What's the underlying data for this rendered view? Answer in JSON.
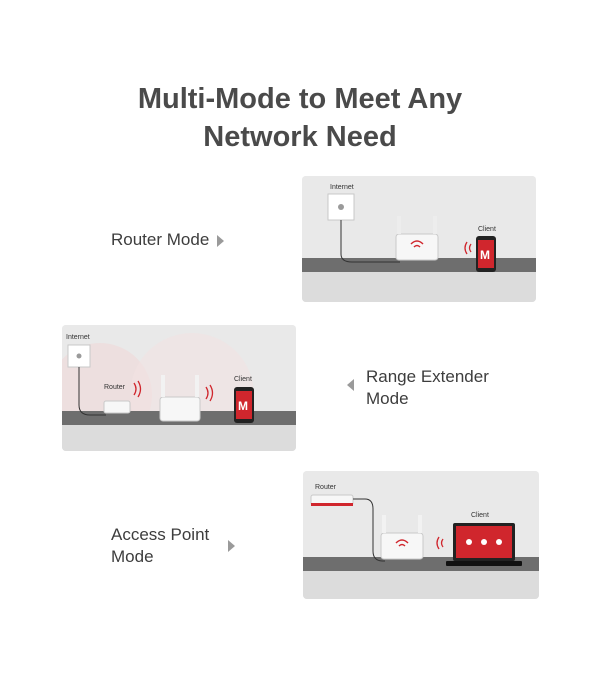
{
  "title": {
    "line1": "Multi-Mode to Meet Any",
    "line2": "Network Need"
  },
  "modes": [
    {
      "label": "Router Mode",
      "panel": {
        "source": "Internet",
        "client": "Client"
      }
    },
    {
      "label_line1": "Range Extender",
      "label_line2": "Mode",
      "panel": {
        "source": "Internet",
        "router": "Router",
        "client": "Client"
      }
    },
    {
      "label_line1": "Access Point",
      "label_line2": "Mode",
      "panel": {
        "source": "Router",
        "client": "Client"
      }
    }
  ],
  "colors": {
    "brand_red": "#d0262d",
    "shelf": "#6e6e6e",
    "wall": "#e9e9e9",
    "text": "#3d3d3d"
  }
}
